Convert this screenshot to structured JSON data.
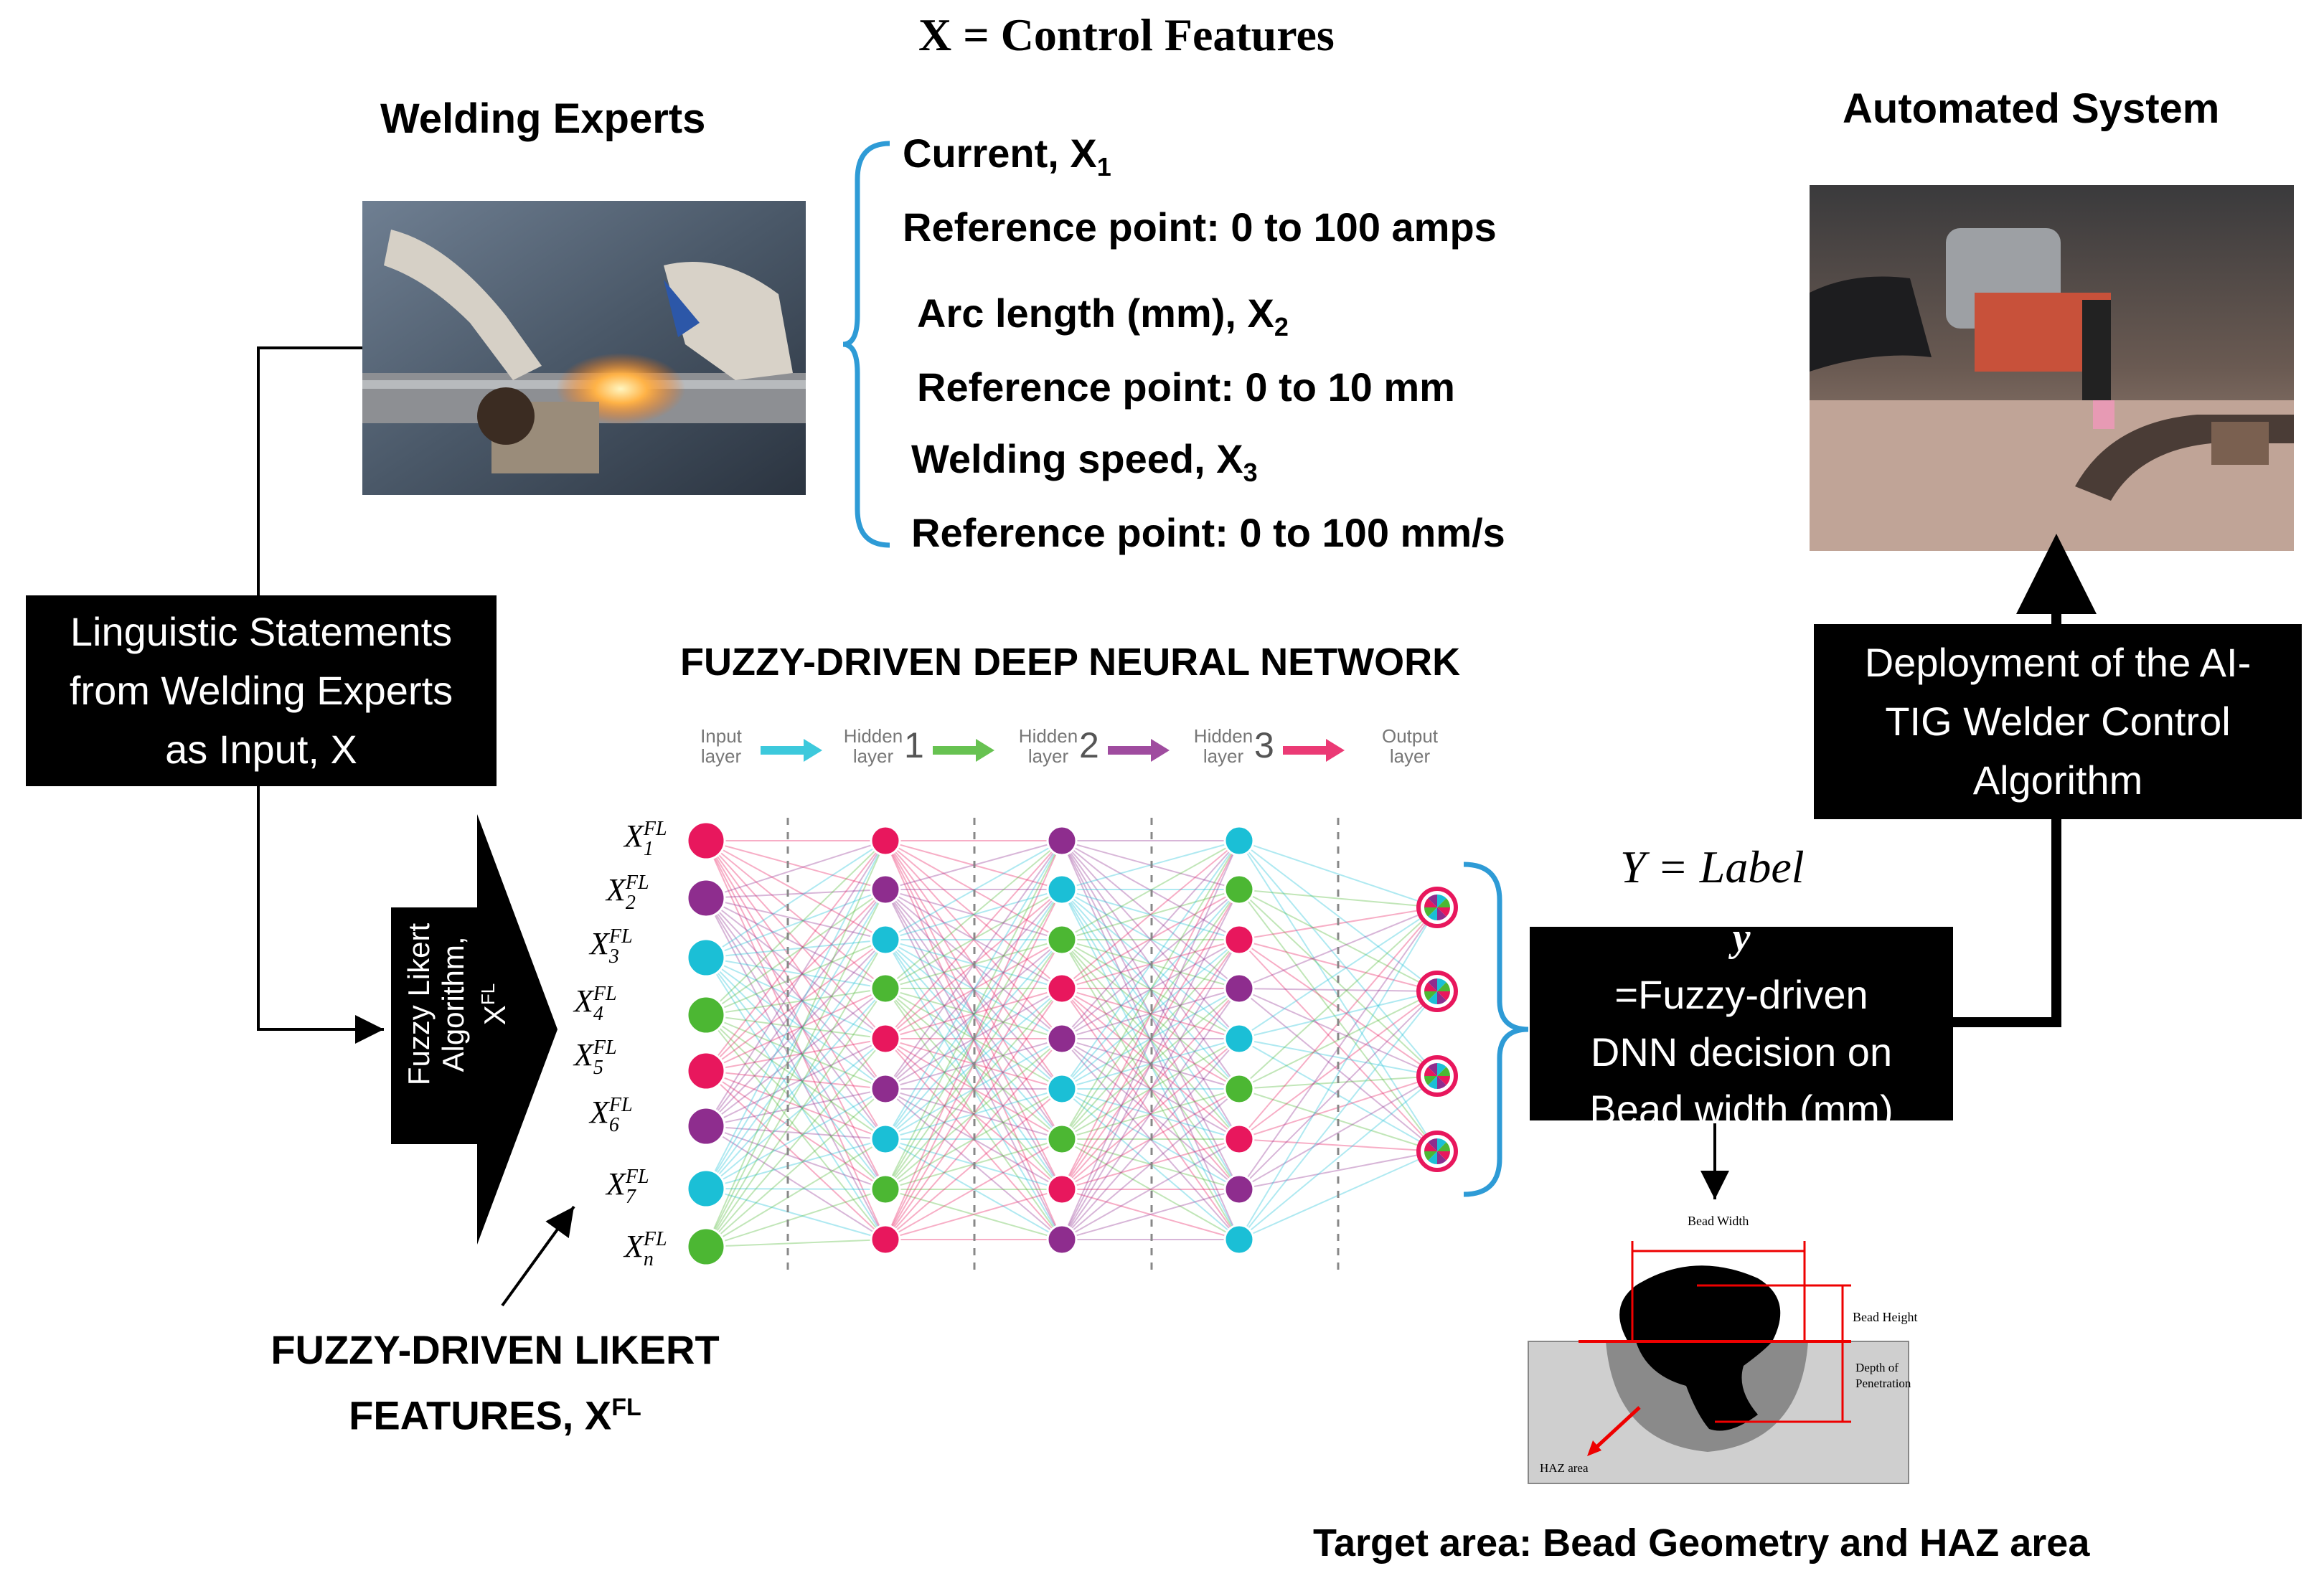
{
  "header": {
    "control_features": "X = Control Features"
  },
  "experts": {
    "title": "Welding Experts"
  },
  "automated": {
    "title": "Automated System"
  },
  "features": [
    {
      "name": "Current, X",
      "sub": "1",
      "ref": "Reference point: 0 to 100 amps"
    },
    {
      "name": "Arc length (mm), X",
      "sub": "2",
      "ref": "Reference point: 0 to 10 mm"
    },
    {
      "name": "Welding speed, X",
      "sub": "3",
      "ref": "Reference point: 0 to 100 mm/s"
    }
  ],
  "linguistic_box": {
    "lines": [
      "Linguistic Statements",
      "from Welding Experts",
      "as Input, X"
    ]
  },
  "fuzzy_likert_algorithm": {
    "line1": "Fuzzy  Likert",
    "line2": "Algorithm,",
    "line3": "X",
    "line3_sup": "FL"
  },
  "dnn": {
    "title": "FUZZY-DRIVEN DEEP NEURAL NETWORK",
    "stages": [
      {
        "label_top": "Input",
        "label_bottom": "layer",
        "num": ""
      },
      {
        "label_top": "Hidden",
        "label_bottom": "layer",
        "num": "1"
      },
      {
        "label_top": "Hidden",
        "label_bottom": "layer",
        "num": "2"
      },
      {
        "label_top": "Hidden",
        "label_bottom": "layer",
        "num": "3"
      },
      {
        "label_top": "Output",
        "label_bottom": "layer",
        "num": ""
      }
    ],
    "input_labels": [
      {
        "base": "X",
        "sup": "FL",
        "sub": "1"
      },
      {
        "base": "X",
        "sup": "FL",
        "sub": "2"
      },
      {
        "base": "X",
        "sup": "FL",
        "sub": "3"
      },
      {
        "base": "X",
        "sup": "FL",
        "sub": "4"
      },
      {
        "base": "X",
        "sup": "FL",
        "sub": "5"
      },
      {
        "base": "X",
        "sup": "FL",
        "sub": "6"
      },
      {
        "base": "X",
        "sup": "FL",
        "sub": "7"
      },
      {
        "base": "X",
        "sup": "FL",
        "sub": "n"
      }
    ],
    "colors": {
      "pink": "#e8175d",
      "purple": "#8e2d8e",
      "cyan": "#1bbfd6",
      "green": "#4cb733"
    }
  },
  "likert_features": {
    "line1": "FUZZY-DRIVEN LIKERT",
    "line2": "FEATURES, X",
    "line2_sup": "FL"
  },
  "label": {
    "title": "Y = Label"
  },
  "decision_box": {
    "y": "y",
    "line1_rest": "=Fuzzy-driven",
    "line2": "DNN decision on",
    "line3": "Bead width (mm)"
  },
  "deployment_box": {
    "lines": [
      "Deployment of  the AI-",
      "TIG Welder  Control",
      "Algorithm"
    ]
  },
  "bead": {
    "bead_width": "Bead Width",
    "bead_height": "Bead Height",
    "depth_line1": "Depth of",
    "depth_line2": "Penetration",
    "haz": "HAZ area",
    "caption": "Target area: Bead Geometry and HAZ area"
  },
  "accent_colors": {
    "bracket_blue": "#2e9bd6",
    "black": "#000000"
  }
}
